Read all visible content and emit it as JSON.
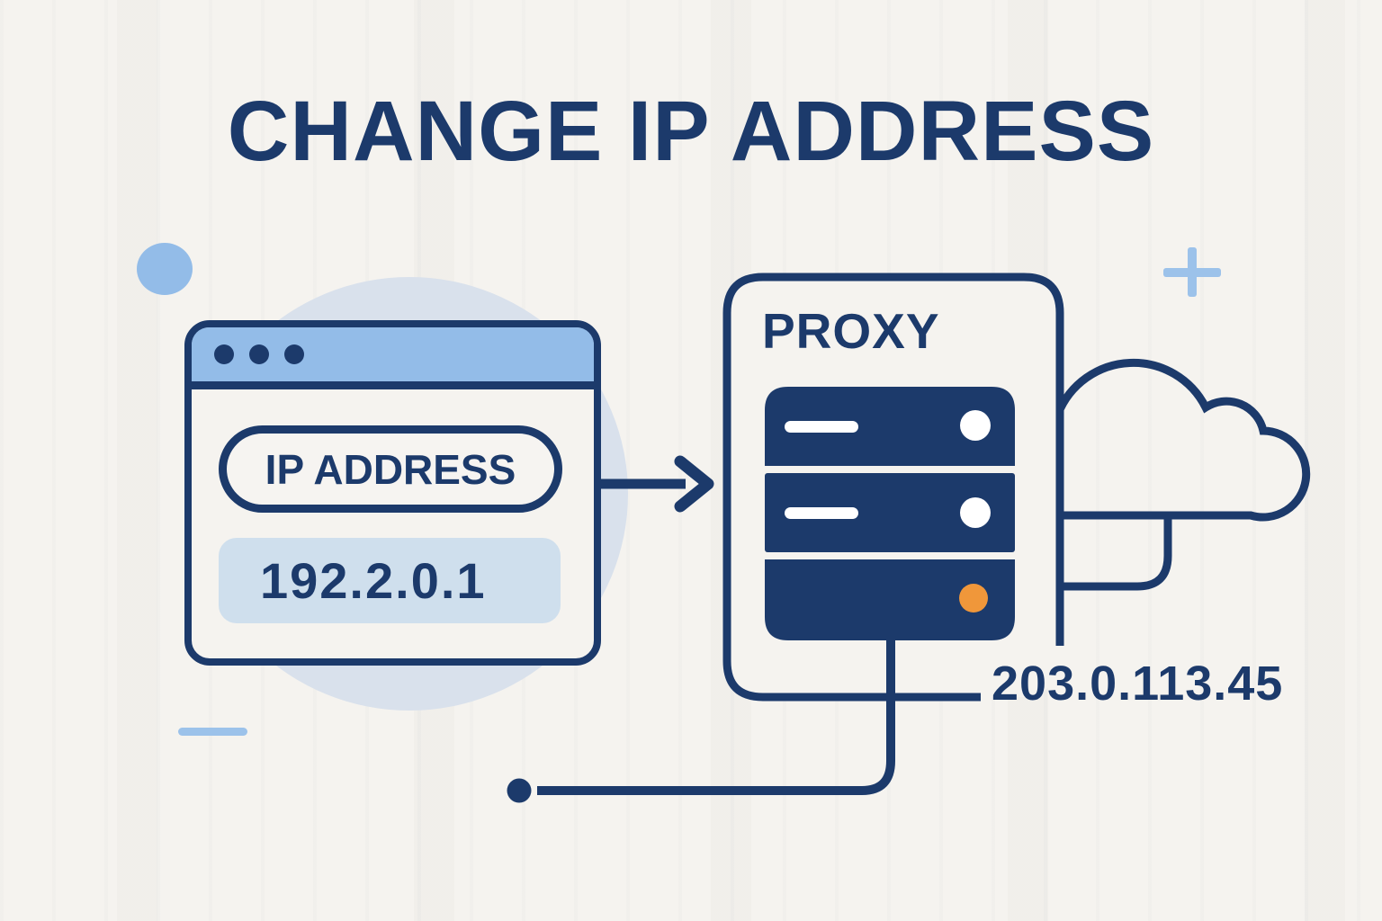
{
  "title": "CHANGE IP ADDRESS",
  "colors": {
    "navy": "#1c3a6b",
    "light_blue": "#93bce8",
    "pale_blue": "#d9e1ec",
    "ip_box_blue": "#cfdfed",
    "accent_orange": "#f0973a",
    "background": "#f5f3ef",
    "decor_blue": "#9cc2ea"
  },
  "browser_window": {
    "pill_label": "IP ADDRESS",
    "ip_value": "192.2.0.1"
  },
  "proxy": {
    "label": "PROXY",
    "public_ip": "203.0.113.45"
  },
  "icons": {
    "server": "server-stack-icon",
    "cloud": "cloud-icon",
    "arrow": "arrow-right-icon",
    "window_controls": "window-control-dots",
    "plus": "plus-icon"
  }
}
